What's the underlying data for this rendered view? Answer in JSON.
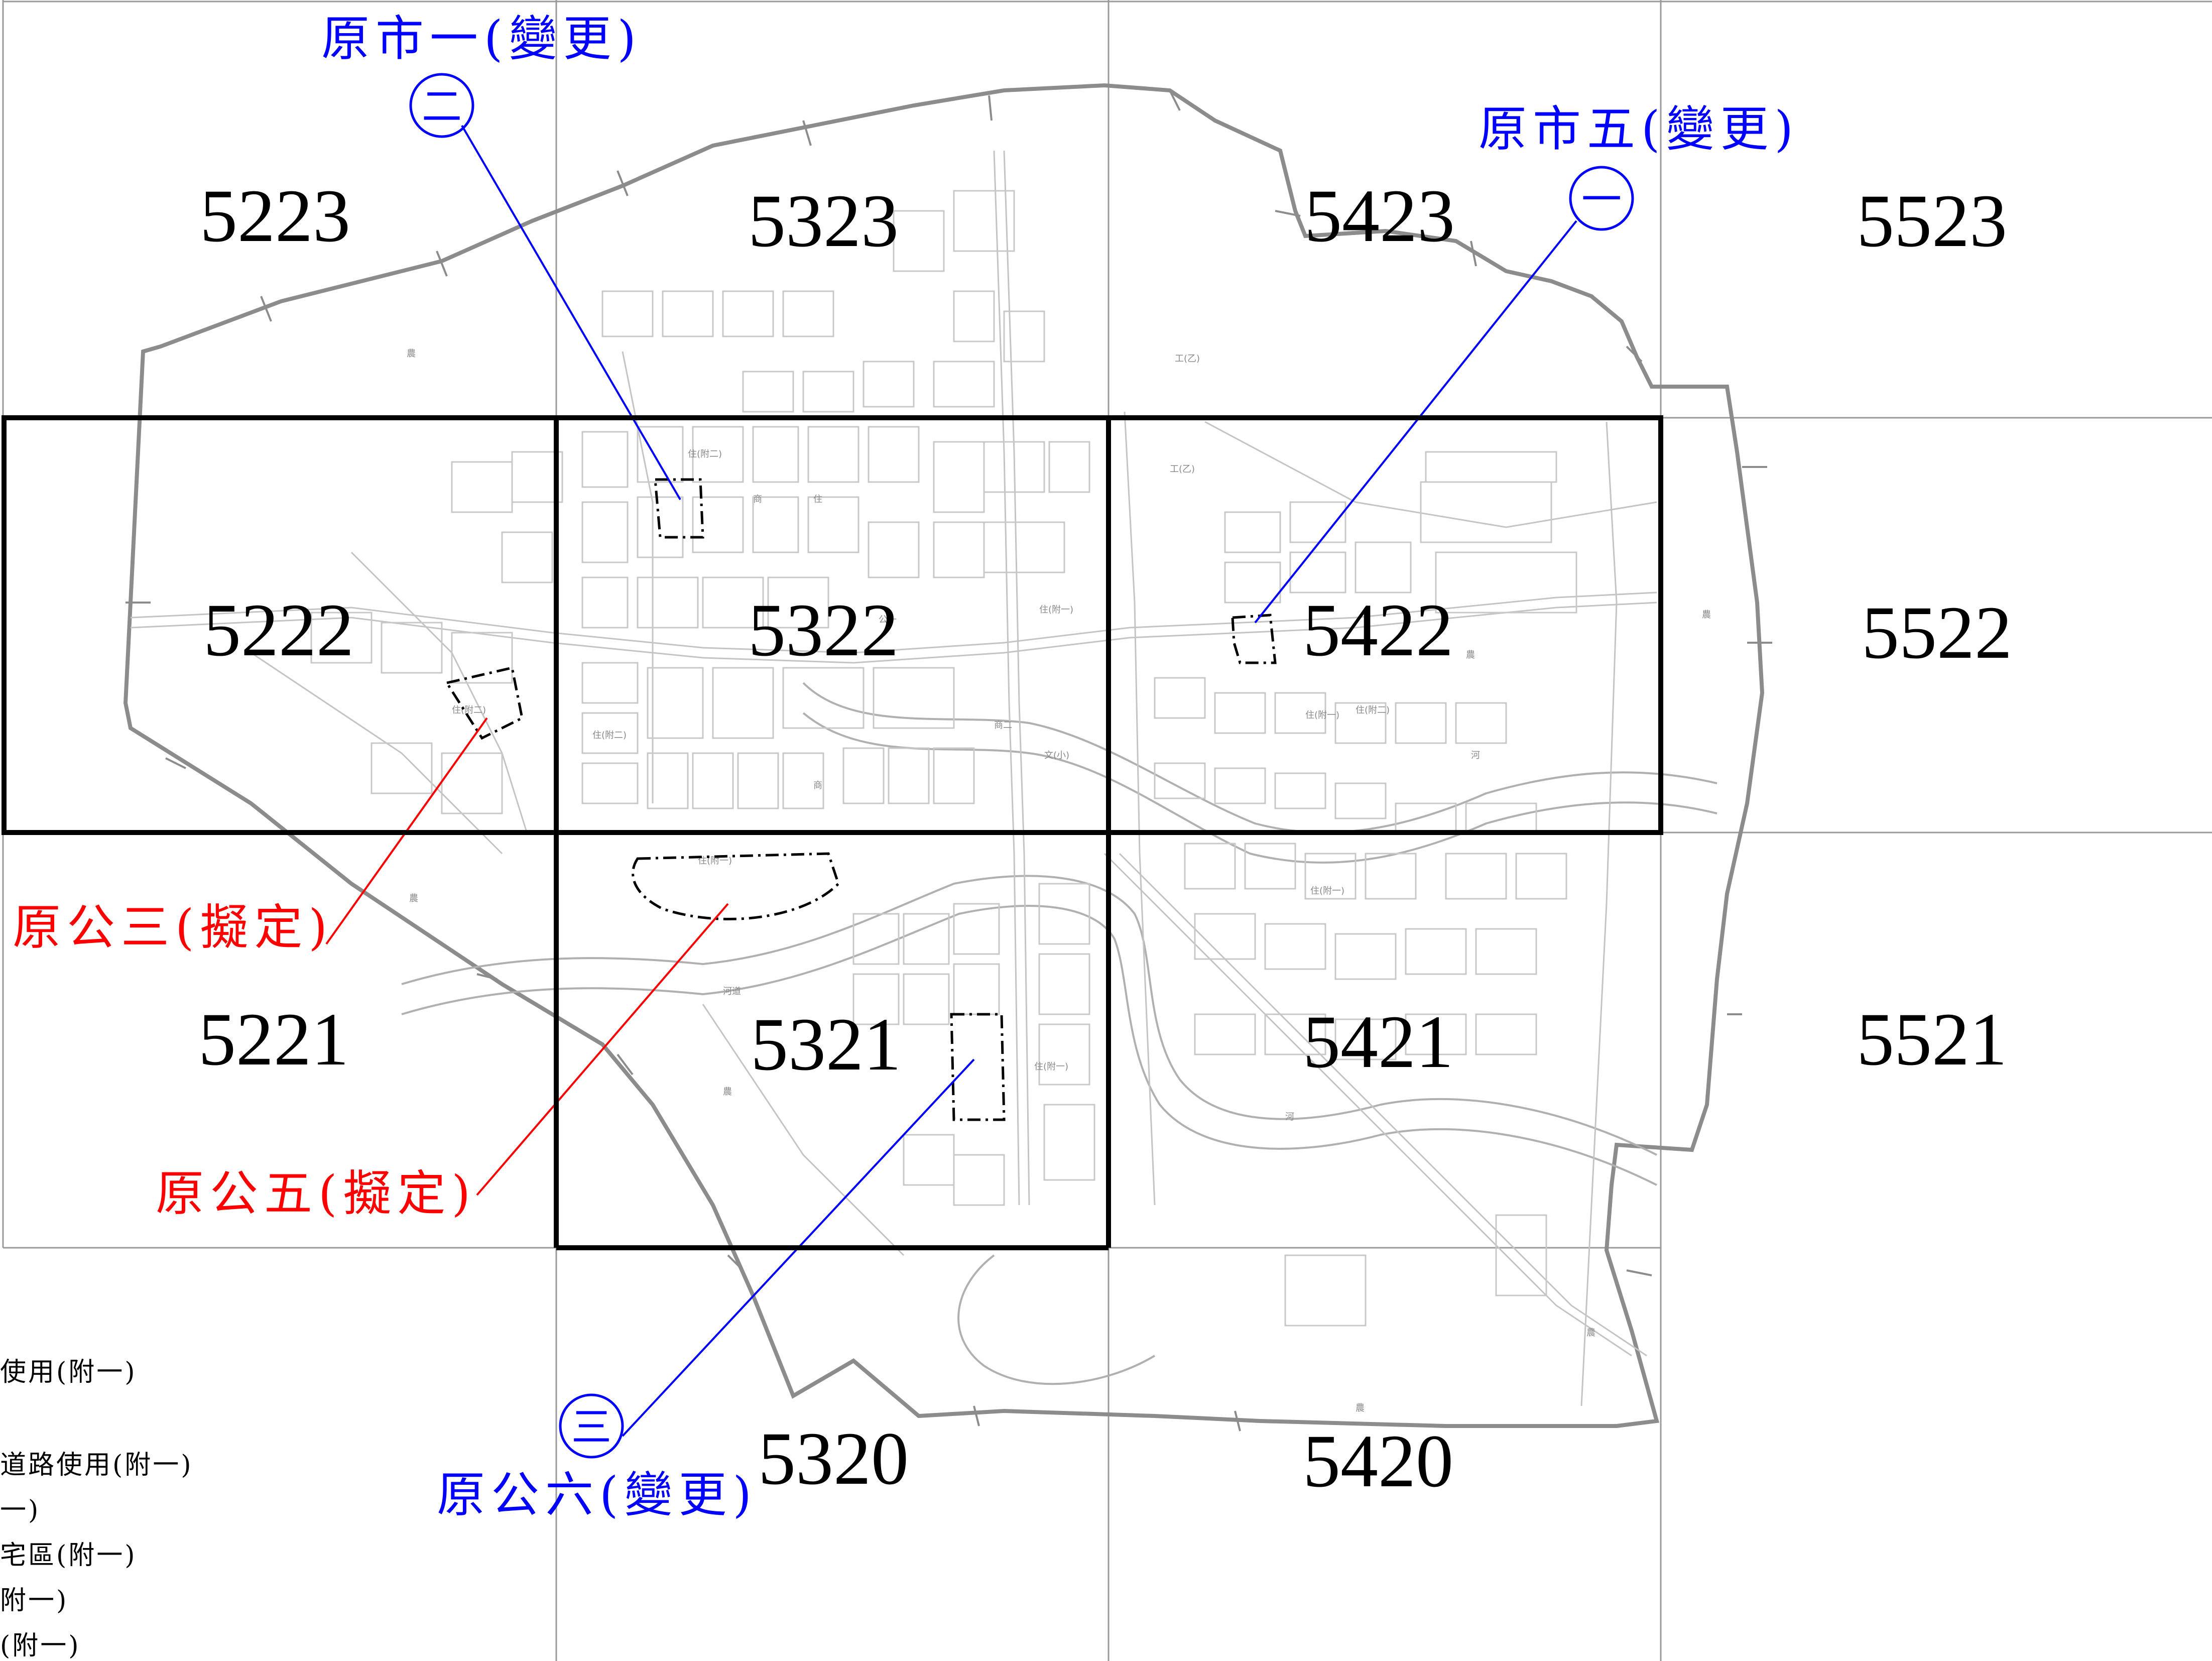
{
  "sheets": [
    {
      "id": "5223"
    },
    {
      "id": "5323"
    },
    {
      "id": "5423"
    },
    {
      "id": "5523"
    },
    {
      "id": "5222"
    },
    {
      "id": "5322"
    },
    {
      "id": "5422"
    },
    {
      "id": "5522"
    },
    {
      "id": "5221"
    },
    {
      "id": "5321"
    },
    {
      "id": "5421"
    },
    {
      "id": "5521"
    },
    {
      "id": "5320"
    },
    {
      "id": "5420"
    }
  ],
  "annotations": [
    {
      "mark": "二",
      "label": "原市一(變更)",
      "color": "#0000ff"
    },
    {
      "mark": "一",
      "label": "原市五(變更)",
      "color": "#0000ff"
    },
    {
      "mark": "三",
      "label": "原公六(變更)",
      "color": "#0000ff"
    },
    {
      "mark": "",
      "label": "原公三(擬定)",
      "color": "#ff0000"
    },
    {
      "mark": "",
      "label": "原公五(擬定)",
      "color": "#ff0000"
    }
  ],
  "legend": [
    "使用(附一)",
    "道路使用(附一)",
    "一)",
    "宅區(附一)",
    "附一)",
    "(附一)"
  ],
  "zone_labels": [
    "住",
    "商",
    "農",
    "河",
    "工(乙)",
    "住(附一)",
    "住(附二)",
    "商二",
    "公一",
    "文(小)",
    "河道"
  ]
}
